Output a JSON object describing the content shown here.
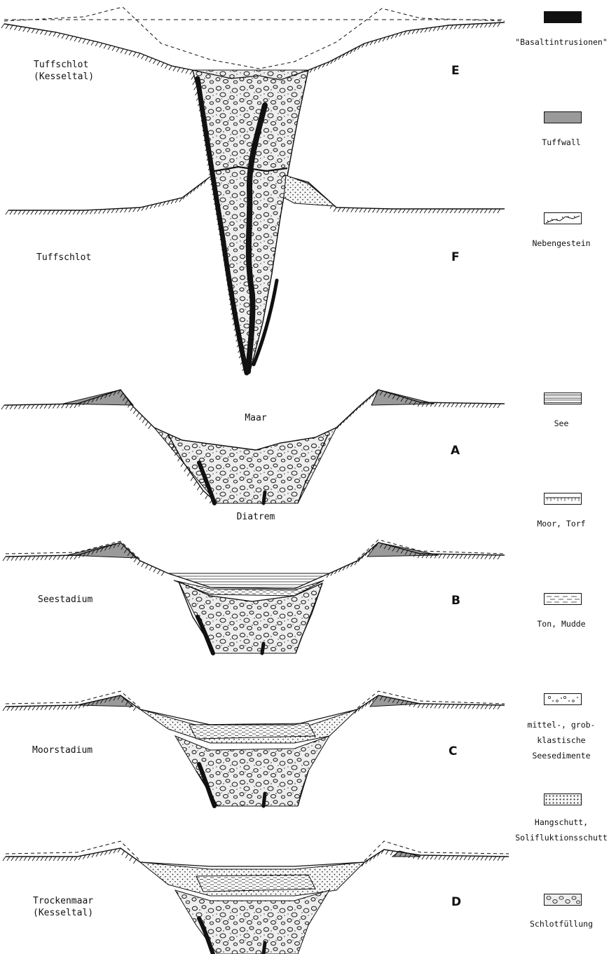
{
  "stages": [
    {
      "letter": "E",
      "label": "Tuffschlot\n(Kesseltal)"
    },
    {
      "letter": "F",
      "label": "Tuffschlot"
    },
    {
      "letter": "A",
      "label_top": "Maar",
      "label_bottom": "Diatrem"
    },
    {
      "letter": "B",
      "label": "Seestadium"
    },
    {
      "letter": "C",
      "label": "Moorstadium"
    },
    {
      "letter": "D",
      "label": "Trockenmaar\n(Kesseltal)"
    }
  ],
  "legend": [
    {
      "id": "basalt",
      "label": "\"Basaltintrusionen\""
    },
    {
      "id": "tuffwall",
      "label": "Tuffwall"
    },
    {
      "id": "nebengestein",
      "label": "Nebengestein"
    },
    {
      "id": "see",
      "label": "See"
    },
    {
      "id": "moor",
      "label": "Moor, Torf"
    },
    {
      "id": "ton",
      "label": "Ton, Mudde"
    },
    {
      "id": "grob",
      "label": "mittel-, grob-\nklastische\nSeesedimente"
    },
    {
      "id": "hang",
      "label": "Hangschutt,\nSolifluktionsschutt"
    },
    {
      "id": "schlot",
      "label": "Schlotfüllung"
    }
  ],
  "colors": {
    "ink": "#111111",
    "tuff": "#9a9a9a",
    "fill": "#eeeeee"
  }
}
